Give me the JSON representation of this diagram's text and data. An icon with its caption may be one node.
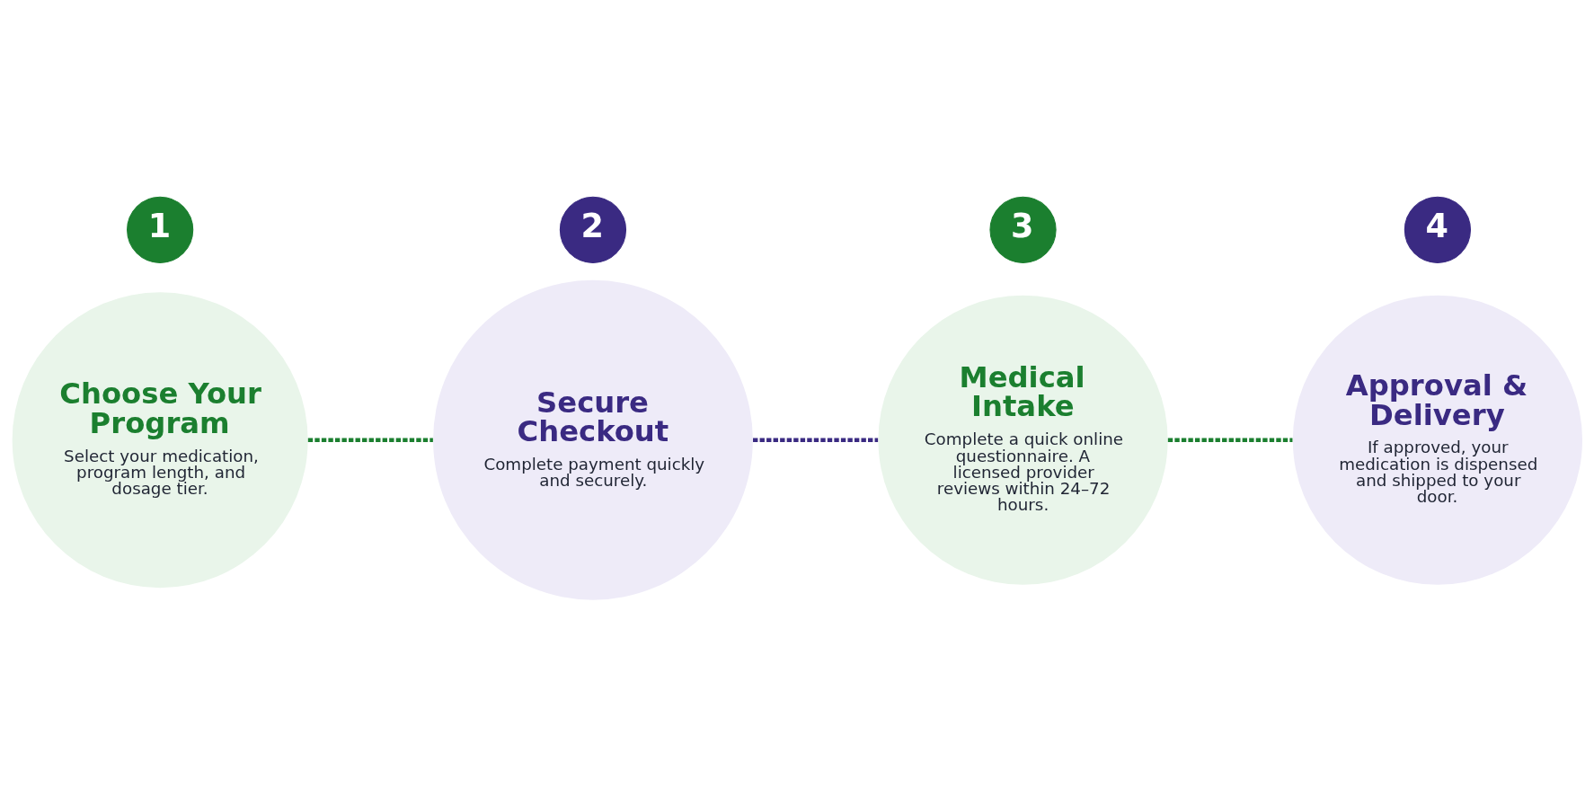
{
  "diagram": {
    "nodes": [
      {
        "text": [
          "1"
        ]
      },
      {
        "text": [
          "Choose Your Program",
          "Select your medication, program length, and dosage tier."
        ]
      },
      {
        "text": [
          "2"
        ]
      },
      {
        "text": [
          "Secure Checkout",
          "Complete payment quickly and securely."
        ]
      },
      {
        "text": [
          "3"
        ]
      },
      {
        "text": [
          "Medical Intake",
          "Complete a quick online questionnaire. A licensed provider reviews within 24–72 hours."
        ]
      },
      {
        "text": [
          "4"
        ]
      },
      {
        "text": [
          "Approval & Delivery",
          "If approved, your medication is dispensed and shipped to your door."
        ]
      }
    ],
    "edges": [
      {
        "from": 1,
        "to": 3,
        "arrow": "none",
        "style": "dashed"
      },
      {
        "from": 3,
        "to": 5,
        "arrow": "none",
        "style": "dashed",
        "color": "#3a2a82"
      },
      {
        "from": 5,
        "to": 7,
        "arrow": "none",
        "style": "dashed"
      }
    ]
  }
}
